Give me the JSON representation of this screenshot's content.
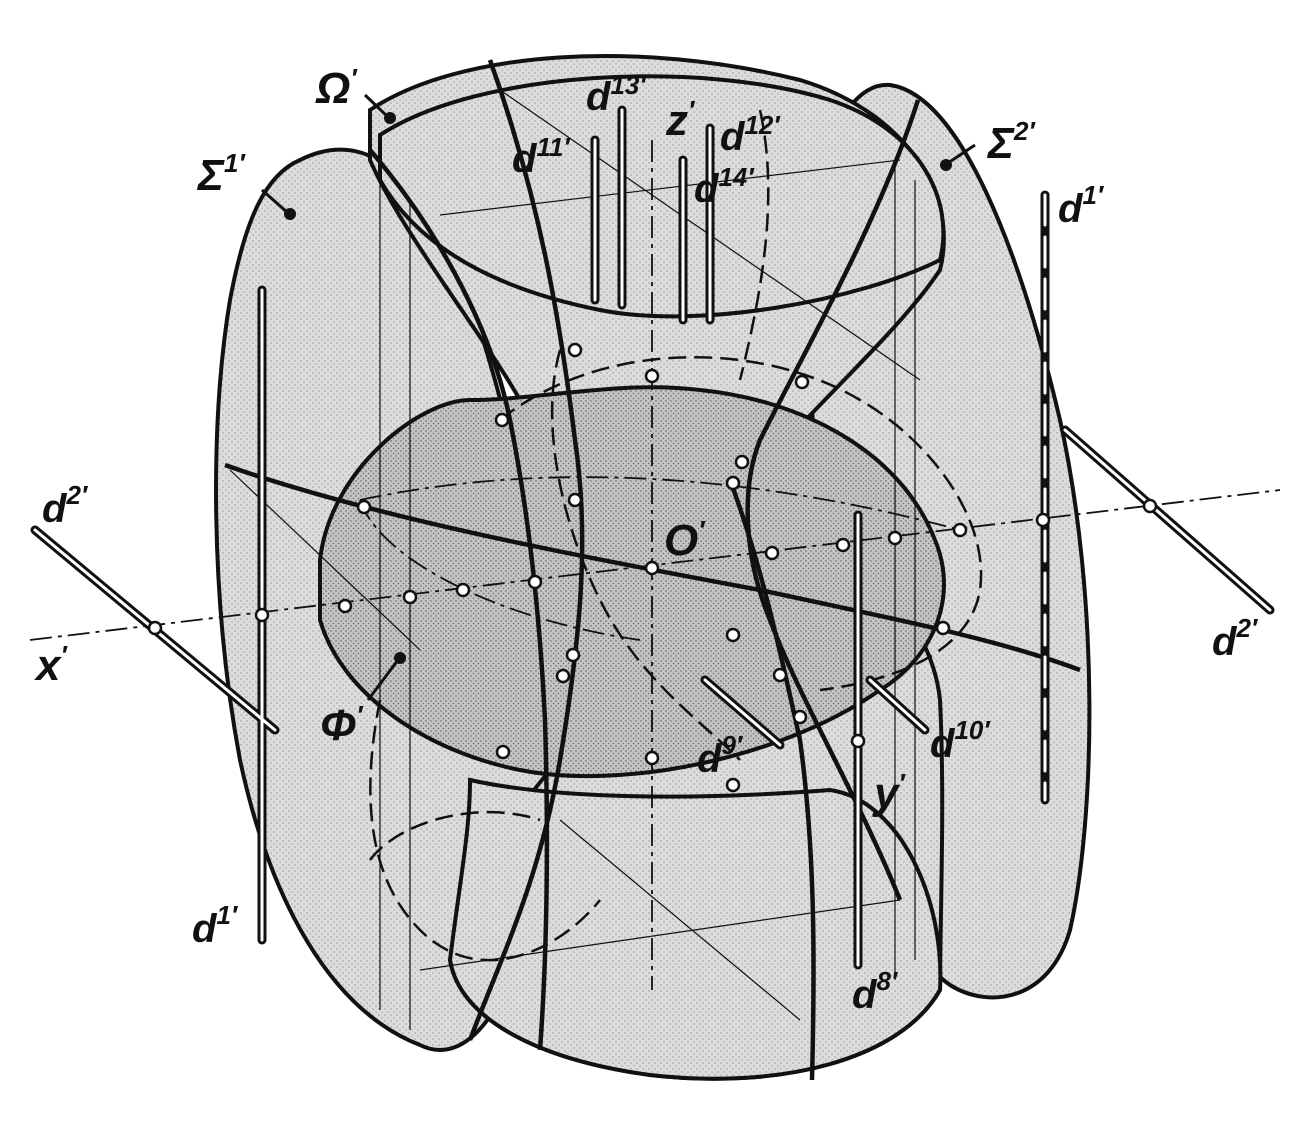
{
  "labels": {
    "omega": {
      "base": "Ω",
      "sup": "′"
    },
    "sigma1": {
      "base": "Σ",
      "sup": "1′"
    },
    "sigma2": {
      "base": "Σ",
      "sup": "2′"
    },
    "phi": {
      "base": "Φ",
      "sup": "′"
    },
    "origin": {
      "base": "O",
      "sup": "′"
    },
    "x_axis": {
      "base": "x",
      "sup": "′"
    },
    "y_axis": {
      "base": "y",
      "sup": "′"
    },
    "z_axis": {
      "base": "z",
      "sup": "′"
    },
    "d1_top": {
      "base": "d",
      "sup": "1′"
    },
    "d1_bottom": {
      "base": "d",
      "sup": "1′"
    },
    "d2_left": {
      "base": "d",
      "sup": "2′"
    },
    "d2_right": {
      "base": "d",
      "sup": "2′"
    },
    "d8": {
      "base": "d",
      "sup": "8′"
    },
    "d9": {
      "base": "d",
      "sup": "9′"
    },
    "d10": {
      "base": "d",
      "sup": "10′"
    },
    "d11": {
      "base": "d",
      "sup": "11′"
    },
    "d12": {
      "base": "d",
      "sup": "12′"
    },
    "d13": {
      "base": "d",
      "sup": "13′"
    },
    "d14": {
      "base": "d",
      "sup": "14′"
    }
  },
  "colors": {
    "stroke": "#111111",
    "fill_light": "#e6e6e6",
    "fill_mid": "#d2d2d2",
    "fill_dark": "#bcbcbc",
    "background": "#ffffff"
  }
}
